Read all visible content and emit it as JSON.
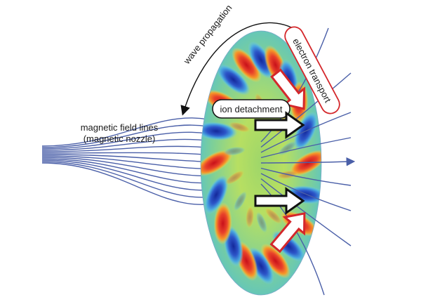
{
  "labels": {
    "wave_propagation": "wave propagation",
    "electron_transport": "electron transport",
    "ion_detachment": "ion detachment",
    "field_lines_line1": "magnetic field lines",
    "field_lines_line2": "(magnetic nozzle)"
  },
  "colors": {
    "field_line": "#4a5fa8",
    "electron_outline": "#d4272b",
    "plasma_background": "#a8d86a",
    "mode_hot": "#d8201f",
    "mode_cold": "#1f3fb0",
    "arrow_black": "#111111"
  }
}
